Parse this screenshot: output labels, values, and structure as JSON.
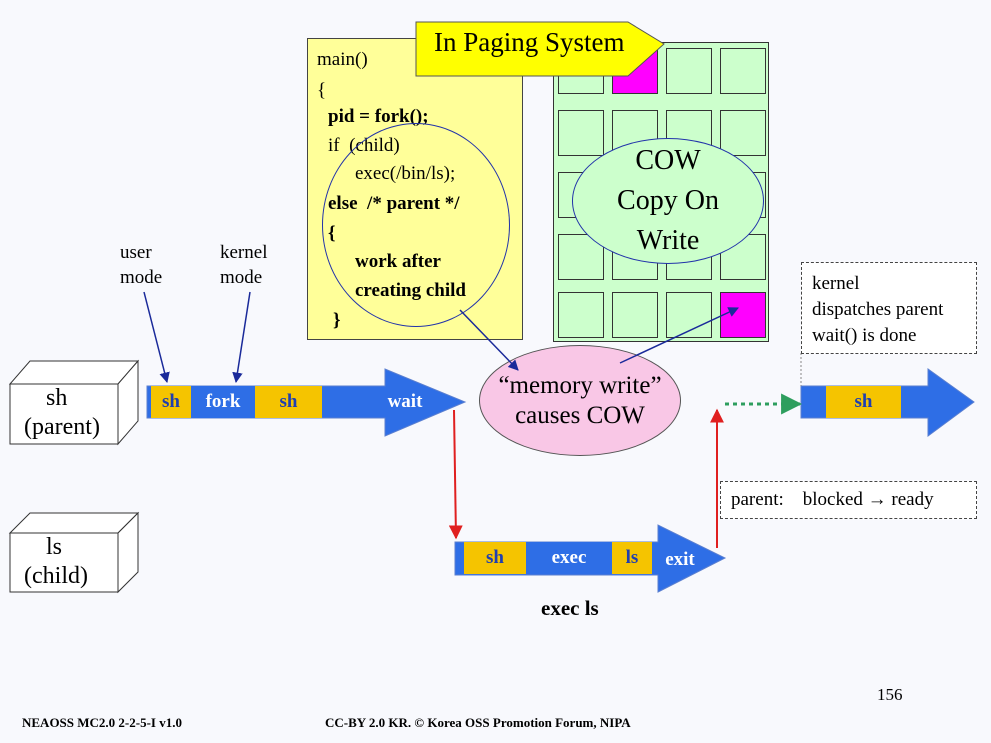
{
  "banner": {
    "text": "In Paging System"
  },
  "code": {
    "lines": [
      "main()",
      "{",
      "pid = fork();",
      "if  (child)",
      "exec(/bin/ls);",
      "else  /* parent */",
      "{",
      "work after",
      "creating child",
      "}"
    ]
  },
  "cow": {
    "line1": "COW",
    "line2": "Copy On",
    "line3": "Write"
  },
  "memory_write": {
    "line1": "“memory write”",
    "line2": "causes COW"
  },
  "modes": {
    "user_1": "user",
    "user_2": "mode",
    "kernel_1": "kernel",
    "kernel_2": "mode"
  },
  "processes": {
    "parent": {
      "name": "sh",
      "role": "(parent)"
    },
    "child": {
      "name": "ls",
      "role": "(child)"
    }
  },
  "parent_timeline": {
    "segments": [
      "sh",
      "fork",
      "sh"
    ],
    "end_label": "wait"
  },
  "child_timeline": {
    "segments": [
      "sh",
      "exec",
      "ls"
    ],
    "end_label": "exit",
    "caption": "exec  ls"
  },
  "resumed_timeline": {
    "segment": "sh"
  },
  "notes": {
    "kernel_dispatch": [
      "kernel",
      "dispatches parent",
      "wait() is done"
    ],
    "parent_state": "parent:    blocked → ready"
  },
  "footer": {
    "left": "NEAOSS MC2.0 2-2-5-I v1.0",
    "right": "CC-BY 2.0 KR. © Korea OSS Promotion Forum, NIPA"
  },
  "page_number": "156",
  "colors": {
    "background": "#f8f9fd",
    "code_yellow": "#ffff99",
    "memory_green": "#ccffcc",
    "page_magenta": "#ff00ff",
    "timeline_blue": "#2e6ee6",
    "segment_yellow": "#f5c400",
    "ellipse_pink": "#f9c7e6",
    "flow_red": "#e02020",
    "dotted_green": "#2e9e5e"
  }
}
